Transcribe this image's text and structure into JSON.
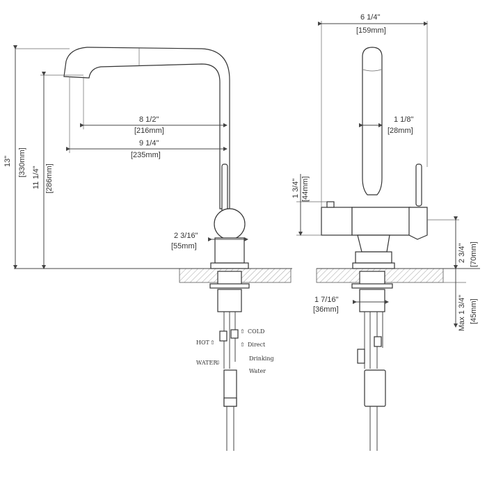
{
  "dimensions": {
    "overall_height": {
      "imperial": "13\"",
      "metric": "[330mm]"
    },
    "spout_height": {
      "imperial": "11 1/4\"",
      "metric": "[286mm]"
    },
    "reach_short": {
      "imperial": "8 1/2\"",
      "metric": "[216mm]"
    },
    "reach_long": {
      "imperial": "9 1/4\"",
      "metric": "[235mm]"
    },
    "base_diameter": {
      "imperial": "2 3/16\"",
      "metric": "[55mm]"
    },
    "overall_width": {
      "imperial": "6 1/4\"",
      "metric": "[159mm]"
    },
    "spout_diameter": {
      "imperial": "1 1/8\"",
      "metric": "[28mm]"
    },
    "handle_height": {
      "imperial": "1 3/4\"",
      "metric": "[44mm]"
    },
    "body_height": {
      "imperial": "2 3/4\"",
      "metric": "[70mm]"
    },
    "shank_diameter": {
      "imperial": "1 7/16\"",
      "metric": "[36mm]"
    },
    "max_deck": {
      "imperial": "Max 1 3/4\"",
      "metric": "[45mm]"
    }
  },
  "hose_labels": {
    "cold": "COLD",
    "hot": "HOT",
    "direct_line1": "Direct",
    "direct_line2": "Drinking",
    "direct_line3": "Water",
    "water": "WATER"
  }
}
